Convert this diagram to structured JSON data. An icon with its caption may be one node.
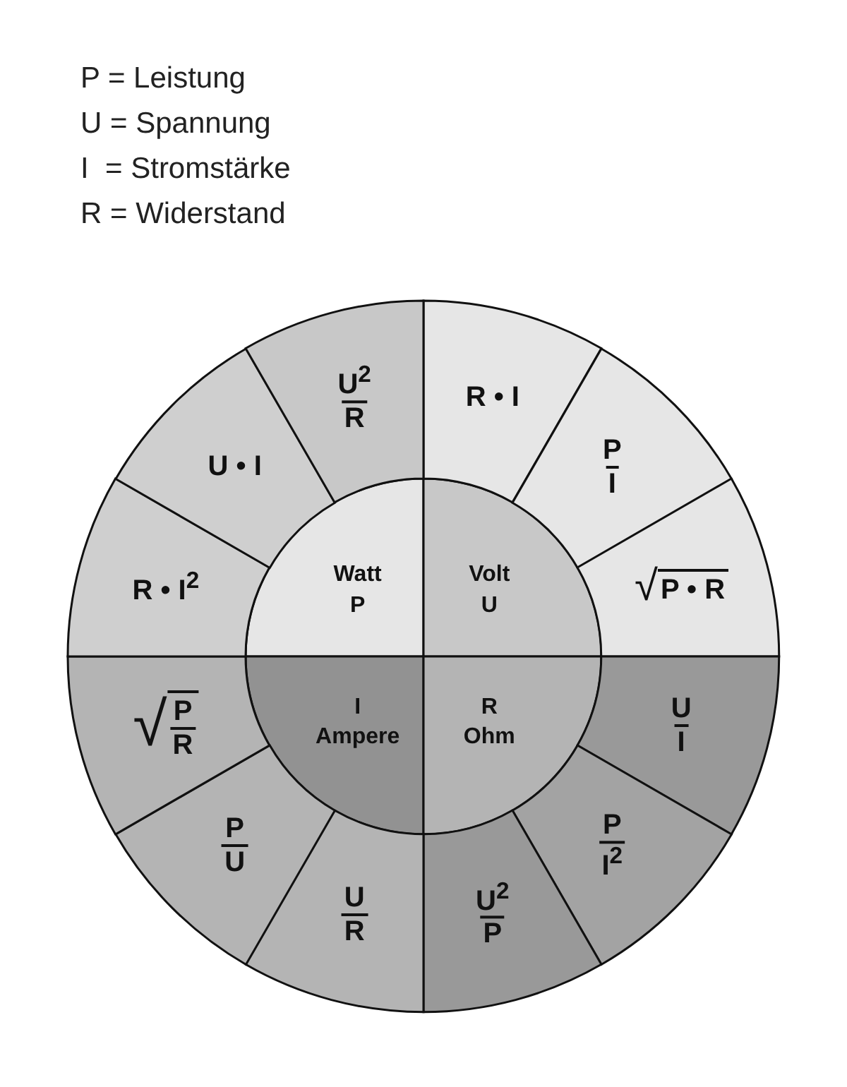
{
  "diagram": {
    "nodes": [
      {
        "text": [
          "Watt",
          "P"
        ]
      },
      {
        "text": [
          "Volt",
          "U"
        ]
      },
      {
        "text": [
          "I",
          "Ampere"
        ]
      },
      {
        "text": [
          "R",
          "Ohm"
        ]
      },
      {
        "text": [
          "R • I"
        ]
      },
      {
        "text": [
          "P",
          "I"
        ]
      },
      {
        "text": [
          "√",
          "P • R"
        ]
      },
      {
        "text": [
          "U",
          "I"
        ]
      },
      {
        "text": [
          "P",
          "I$^{2}$"
        ]
      },
      {
        "text": [
          "U$^{2}$",
          "P"
        ]
      },
      {
        "text": [
          "U",
          "R"
        ]
      },
      {
        "text": [
          "P",
          "U"
        ]
      },
      {
        "text": [
          "√",
          "P",
          "R"
        ]
      },
      {
        "text": [
          "R • I$^{2}$"
        ]
      },
      {
        "text": [
          "U • I"
        ]
      },
      {
        "text": [
          "U$^{2}$",
          "R"
        ]
      }
    ],
    "labels": [
      "P = Leistung",
      "U = Spannung",
      "I  = Stromstärke",
      "R = Widerstand"
    ]
  }
}
